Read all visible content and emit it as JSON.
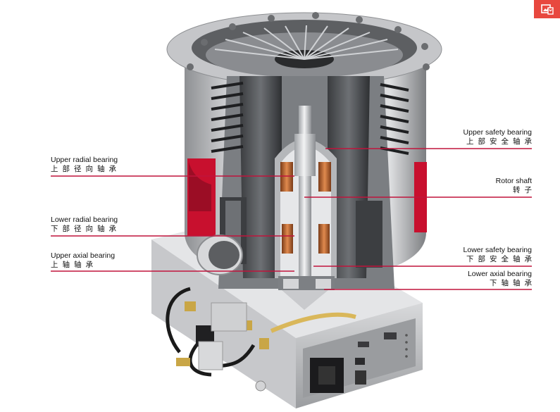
{
  "labels": {
    "upper_safety_bearing": {
      "en": "Upper safety bearing",
      "cn": "上部安全轴承"
    },
    "upper_radial_bearing": {
      "en": "Upper radial bearing",
      "cn": "上部径向轴承"
    },
    "rotor_shaft": {
      "en": "Rotor shaft",
      "cn": "转子"
    },
    "lower_radial_bearing": {
      "en": "Lower radial bearing",
      "cn": "下部径向轴承"
    },
    "upper_axial_bearing": {
      "en": "Upper axial bearing",
      "cn": "上轴轴承"
    },
    "lower_safety_bearing": {
      "en": "Lower safety bearing",
      "cn": "下部安全轴承"
    },
    "lower_axial_bearing": {
      "en": "Lower axial bearing",
      "cn": "下轴轴承"
    }
  },
  "colors": {
    "leader_line": "#c0143c",
    "accent_red": "#c8102e",
    "corner_button": "#e8483f"
  },
  "icons": {
    "corner_button": "image-icon"
  }
}
